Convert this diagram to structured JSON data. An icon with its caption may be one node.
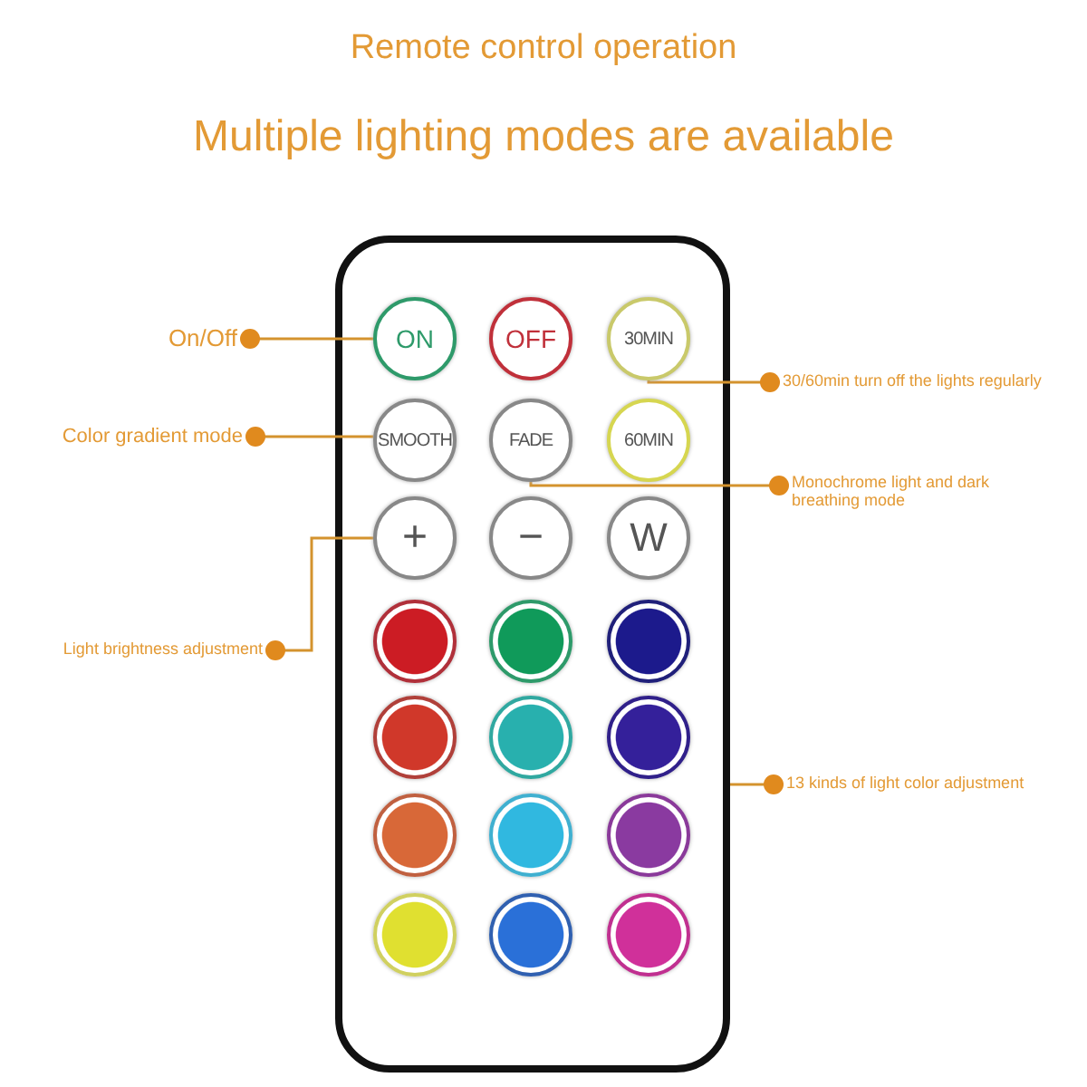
{
  "diagram": {
    "title": "Remote control operation",
    "nodes": [
      {
        "text": [],
        "shape": "box"
      },
      {
        "text": [
          "ON"
        ],
        "in": 0
      },
      {
        "text": [
          "OFF"
        ],
        "in": 0
      },
      {
        "text": [
          "30MIN"
        ],
        "in": 0
      },
      {
        "text": [
          "SMOOTH"
        ],
        "in": 0
      },
      {
        "text": [
          "FADE"
        ],
        "in": 0
      },
      {
        "text": [
          "60MIN"
        ],
        "in": 0
      },
      {
        "text": [
          "+"
        ],
        "in": 0
      },
      {
        "text": [
          "−"
        ],
        "in": 0
      },
      {
        "text": [
          "W"
        ],
        "in": 0
      },
      {
        "text": [],
        "shape": "circle",
        "in": 0
      },
      {
        "text": [],
        "shape": "circle",
        "in": 0
      },
      {
        "text": [],
        "shape": "circle",
        "in": 0
      },
      {
        "text": [],
        "shape": "circle",
        "in": 0
      },
      {
        "text": [],
        "shape": "circle",
        "in": 0
      },
      {
        "text": [],
        "shape": "circle",
        "in": 0
      },
      {
        "text": [],
        "shape": "circle",
        "in": 0
      },
      {
        "text": [],
        "shape": "circle",
        "in": 0
      },
      {
        "text": [],
        "shape": "circle",
        "in": 0
      },
      {
        "text": [],
        "shape": "circle",
        "in": 0
      },
      {
        "text": [],
        "shape": "circle",
        "in": 0
      },
      {
        "text": [],
        "shape": "circle",
        "in": 0
      },
      {
        "text": [
          "On/Off"
        ]
      },
      {
        "text": [
          "30/60min turn off the lights regularly"
        ]
      },
      {
        "text": [
          "Color gradient mode"
        ]
      },
      {
        "text": [
          "Monochrome light and dark breathing mode"
        ]
      },
      {
        "text": [
          "Light brightness adjustment"
        ]
      },
      {
        "text": [
          "13 kinds of light color adjustment"
        ]
      }
    ],
    "edges": [
      {
        "from": 22,
        "to": 1,
        "arrow": "other"
      },
      {
        "from": 23,
        "to": 3,
        "arrow": "other"
      },
      {
        "from": 24,
        "to": 4,
        "arrow": "other"
      },
      {
        "from": 25,
        "to": 5,
        "arrow": "other"
      },
      {
        "from": 26,
        "to": 7,
        "arrow": "other"
      },
      {
        "from": 27,
        "to": 0,
        "arrow": "other"
      }
    ],
    "labels": [
      "Multiple lighting modes are available"
    ]
  }
}
